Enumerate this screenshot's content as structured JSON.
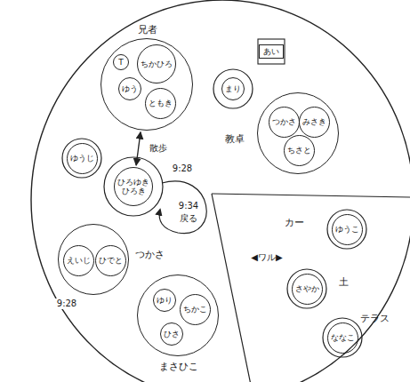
{
  "diagram": {
    "nodes": [
      {
        "text": [
          "教卓"
        ]
      },
      {
        "text": [
          "つかさ"
        ],
        "in": 0
      },
      {
        "text": [
          "みさき"
        ],
        "in": 0
      },
      {
        "text": [
          "ちさと"
        ],
        "in": 0
      },
      {
        "text": [
          "まり"
        ]
      },
      {
        "text": [
          "あい"
        ]
      },
      {
        "text": [
          "兄者"
        ]
      },
      {
        "text": [
          "ちかひろ"
        ],
        "in": 6
      },
      {
        "text": [
          "ゆう"
        ],
        "in": 6
      },
      {
        "text": [
          "ともき"
        ],
        "in": 6
      },
      {
        "text": [
          "T"
        ],
        "in": 6
      },
      {
        "text": [
          "ゆうじ"
        ]
      },
      {
        "text": [
          "ひろゆき",
          "ひろき"
        ]
      },
      {
        "text": [
          "つかさ"
        ]
      },
      {
        "text": [
          "えいじ"
        ],
        "in": 13
      },
      {
        "text": [
          "ひでと"
        ],
        "in": 13
      },
      {
        "text": [
          "まさひこ"
        ]
      },
      {
        "text": [
          "ゆり"
        ],
        "in": 16
      },
      {
        "text": [
          "ちかこ"
        ],
        "in": 16
      },
      {
        "text": [
          "ひさ"
        ],
        "in": 16
      },
      {
        "text": [
          "カー",
          "ゆうこ"
        ]
      },
      {
        "text": [
          "土",
          "さやか"
        ]
      },
      {
        "text": [
          "テラス",
          "ななこ"
        ]
      }
    ],
    "edges": [
      {
        "from": 6,
        "to": 12,
        "arrow": "both",
        "label": "散歩"
      }
    ],
    "labels": [
      "9:28",
      "9:34",
      "戻る",
      "9:28",
      "◀ワル▶"
    ]
  }
}
